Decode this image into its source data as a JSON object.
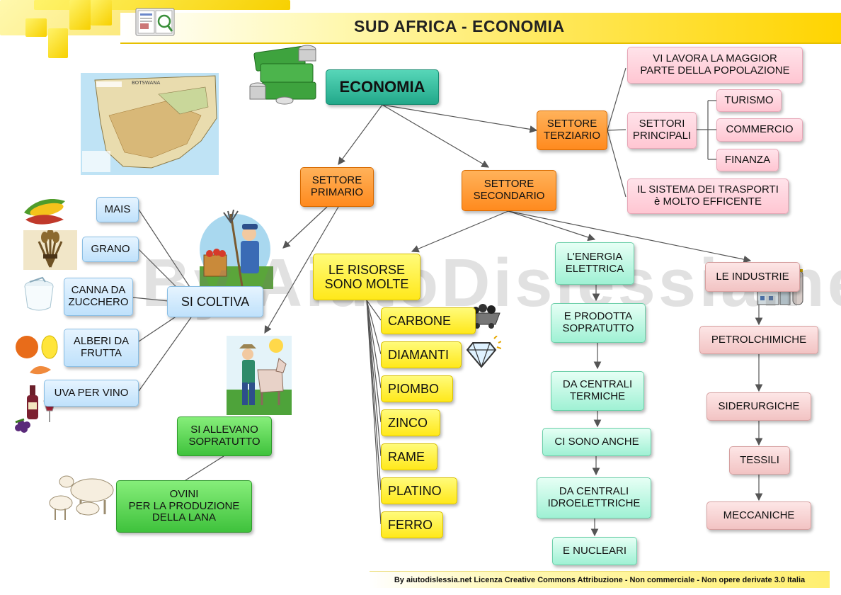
{
  "header": {
    "title": "SUD AFRICA - ECONOMIA"
  },
  "watermark": "By AiutoDislessia.net",
  "map": {
    "label": "BOTSWANA"
  },
  "nodes": {
    "economia": "ECONOMIA",
    "primario": "SETTORE\nPRIMARIO",
    "secondario": "SETTORE\nSECONDARIO",
    "terziario": "SETTORE\nTERZIARIO",
    "popolazione": "VI  LAVORA LA MAGGIOR\nPARTE DELLA POPOLAZIONE",
    "settori_principali": "SETTORI\nPRINCIPALI",
    "turismo": "TURISMO",
    "commercio": "COMMERCIO",
    "finanza": "FINANZA",
    "trasporti": "IL SISTEMA DEI TRASPORTI\nè MOLTO EFFICENTE",
    "si_coltiva": "SI COLTIVA",
    "mais": "MAIS",
    "grano": "GRANO",
    "canna": "CANNA DA\nZUCCHERO",
    "alberi": "ALBERI DA\nFRUTTA",
    "uva": "UVA PER VINO",
    "si_allevano": "SI ALLEVANO\nSOPRATUTTO",
    "ovini": "OVINI\nPER LA PRODUZIONE\nDELLA LANA",
    "risorse": "LE RISORSE\nSONO MOLTE",
    "carbone": "CARBONE",
    "diamanti": "DIAMANTI",
    "piombo": "PIOMBO",
    "zinco": "ZINCO",
    "rame": "RAME",
    "platino": "PLATINO",
    "ferro": "FERRO",
    "energia": "L'ENERGIA\nELETTRICA",
    "prodotta": "E PRODOTTA\nSOPRATUTTO",
    "termiche": "DA CENTRALI\nTERMICHE",
    "anche": "CI SONO ANCHE",
    "idro": "DA CENTRALI\nIDROELETTRICHE",
    "nucleari": "E NUCLEARI",
    "industrie": "LE INDUSTRIE",
    "petrol": "PETROLCHIMICHE",
    "siderurgiche": "SIDERURGICHE",
    "tessili": "TESSILI",
    "meccaniche": "MECCANICHE"
  },
  "footer": "By aiutodislessia.net Licenza Creative Commons Attribuzione - Non commerciale - Non opere derivate 3.0 Italia",
  "colors": {
    "orange": "#ff8a1e",
    "teal": "#22a88a",
    "pink": "#ffc6d2",
    "blue": "#bfe1fb",
    "yellow": "#ffe81a",
    "mint": "#9ff1d4",
    "rose": "#f2c3c3",
    "green": "#3fc23c"
  },
  "icons": [
    "money-icon",
    "book-icon",
    "map-image",
    "corn-icon",
    "wheat-icon",
    "sugar-icon",
    "fruit-icon",
    "wine-icon",
    "farmer-icon",
    "cattle-farmer-icon",
    "sheep-icon",
    "coal-cart-icon",
    "diamond-icon",
    "factory-icon"
  ]
}
